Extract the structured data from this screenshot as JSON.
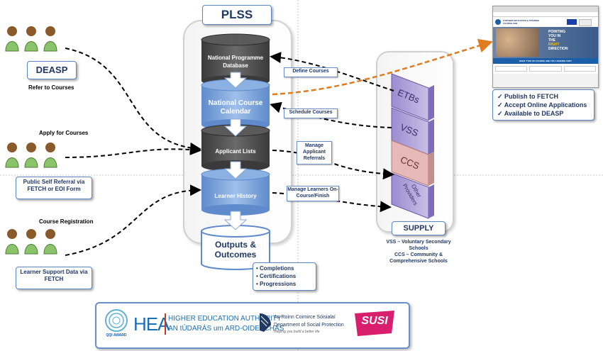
{
  "plss": {
    "title": "PLSS"
  },
  "cylinders": {
    "npd": "National Programme Database",
    "ncc": "National Course Calendar",
    "applicant": "Applicant Lists",
    "history": "Learner History",
    "outputs": "Outputs & Outcomes"
  },
  "outputs_list": [
    "Completions",
    "Certifications",
    "Progressions"
  ],
  "left": {
    "deasp": "DEASP",
    "refer": "Refer to Courses",
    "apply": "Apply for Courses",
    "self_referral": "Public Self Referral via FETCH or EOI Form",
    "registration": "Course Registration",
    "support": "Learner Support Data via FETCH"
  },
  "actions": {
    "define": "Define Courses",
    "schedule": "Schedule Courses",
    "manage_applicant": "Manage Applicant Referrals",
    "manage_learners": "Manage Learners On-Course/Finish"
  },
  "supply": {
    "title": "SUPPLY",
    "items": [
      "ETBs",
      "VSS",
      "CCS",
      "Other Providers"
    ],
    "notes": [
      "VSS – Voluntary Secondary Schools",
      "CCS – Community & Comprehensive Schools"
    ]
  },
  "fetch": {
    "bullets": [
      "Publish to FETCH",
      "Accept Online Applications",
      "Available to DEASP"
    ],
    "banner": [
      "POINTING",
      "YOU IN",
      "THE",
      "RIGHT",
      "DIRECTION"
    ],
    "prompt": "WHAT TYPE OF COURSE ARE YOU LOOKING FOR?",
    "hub": "FURTHER EDUCATION & TRAINING COURSE HUB"
  },
  "logos": {
    "qqi": "QQI AWARD",
    "hea": "HEA",
    "hea_en": "HIGHER EDUCATION AUTHORITY",
    "hea_ga": "AN tÚDARÁS um ARD-OIDEACHAS",
    "dsp_ga": "An Roinn Coimirce Sóisialaí",
    "dsp_en": "Department of Social Protection",
    "dsp_tag": "Helping you build a better life",
    "susi": "SUSI"
  },
  "colors": {
    "dark_cyl": "#4a4a4a",
    "blue_cyl": "#7da3d9",
    "navy": "#1f3864",
    "purple": "#b4a6d8",
    "orange": "#e07b1f"
  }
}
